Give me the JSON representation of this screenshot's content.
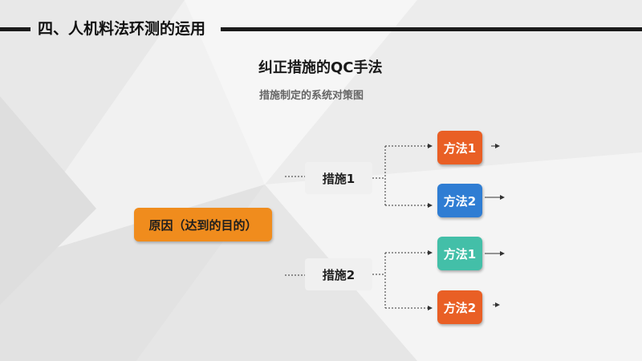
{
  "header": {
    "section_title": "四、人机料法环测的运用"
  },
  "main": {
    "title": "纠正措施的QC手法",
    "subtitle": "措施制定的系统对策图"
  },
  "diagram": {
    "cause": "原因（达到的目的）",
    "measures": [
      {
        "label": "措施1",
        "methods": [
          {
            "label": "方法1",
            "color": "#e95f25"
          },
          {
            "label": "方法2",
            "color": "#2f7dd3"
          }
        ]
      },
      {
        "label": "措施2",
        "methods": [
          {
            "label": "方法1",
            "color": "#43bfa8"
          },
          {
            "label": "方法2",
            "color": "#e95f25"
          }
        ]
      }
    ],
    "line_color": "#333333"
  }
}
